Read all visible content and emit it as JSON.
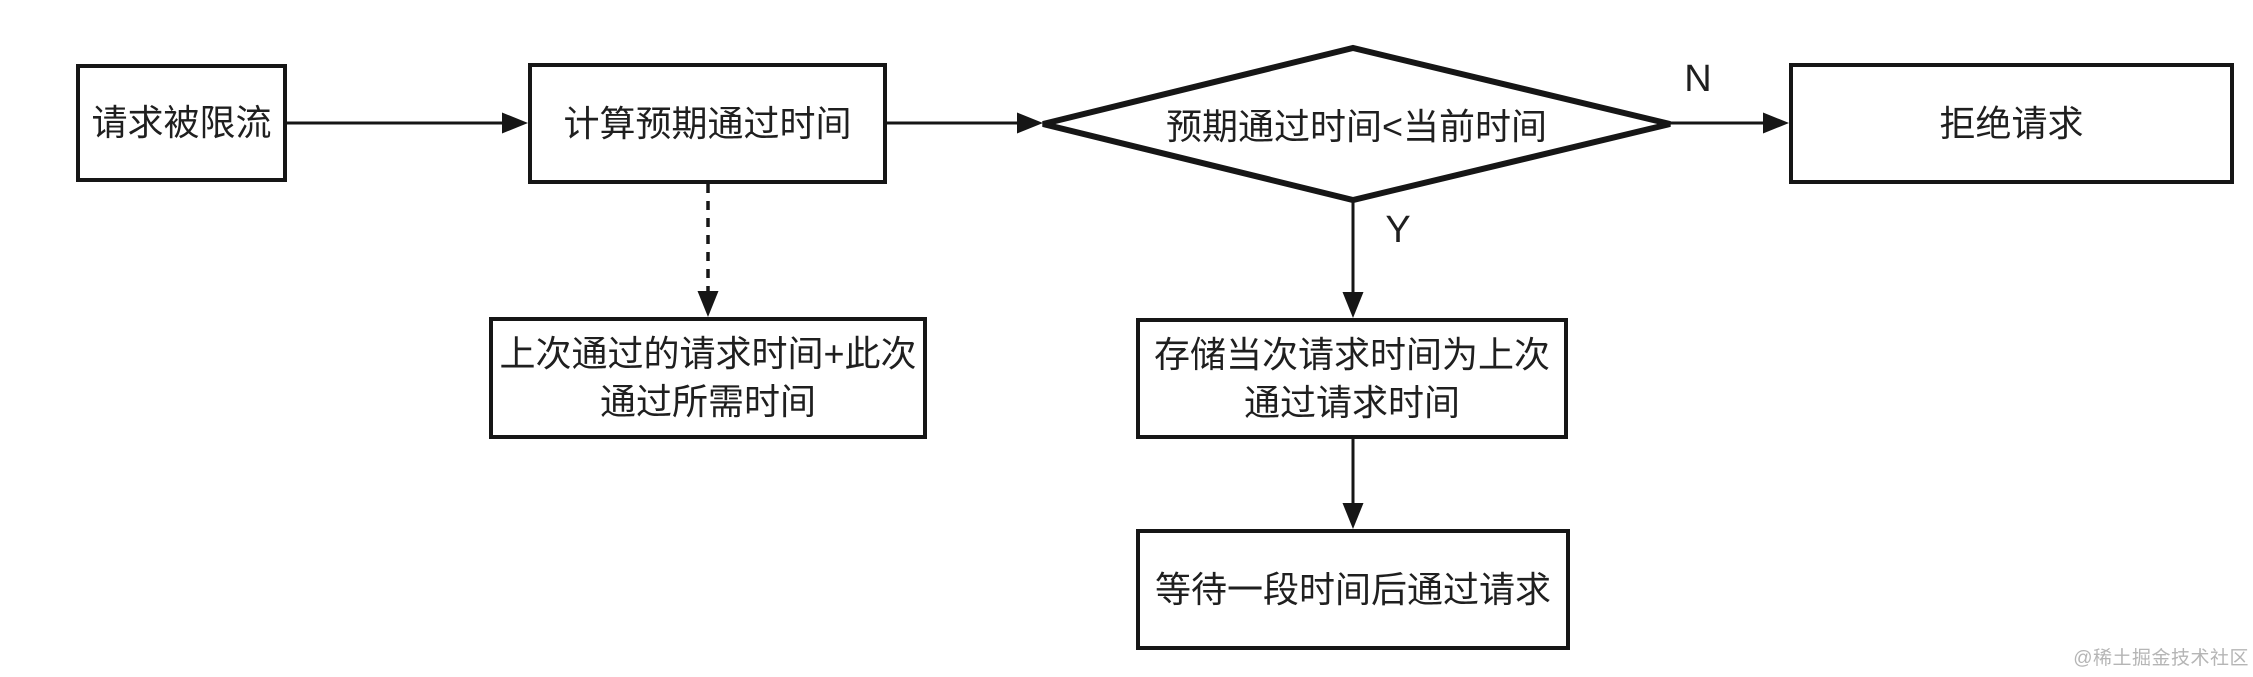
{
  "diagram": {
    "nodes": {
      "start": {
        "label": "请求被限流"
      },
      "calc_expected": {
        "label": "计算预期通过时间"
      },
      "formula_note": {
        "line1": "上次通过的请求时间+此次",
        "line2": "通过所需时间"
      },
      "decision": {
        "label": "预期通过时间<当前时间"
      },
      "reject": {
        "label": "拒绝请求"
      },
      "store_time": {
        "line1": "存储当次请求时间为上次",
        "line2": "通过请求时间"
      },
      "wait_pass": {
        "label": "等待一段时间后通过请求"
      }
    },
    "edge_labels": {
      "no": "N",
      "yes": "Y"
    },
    "colors": {
      "stroke": "#161616",
      "text": "#1f1f1f",
      "background": "#ffffff",
      "watermark": "#b5b5b5"
    }
  },
  "watermark": {
    "text": "@稀土掘金技术社区"
  }
}
